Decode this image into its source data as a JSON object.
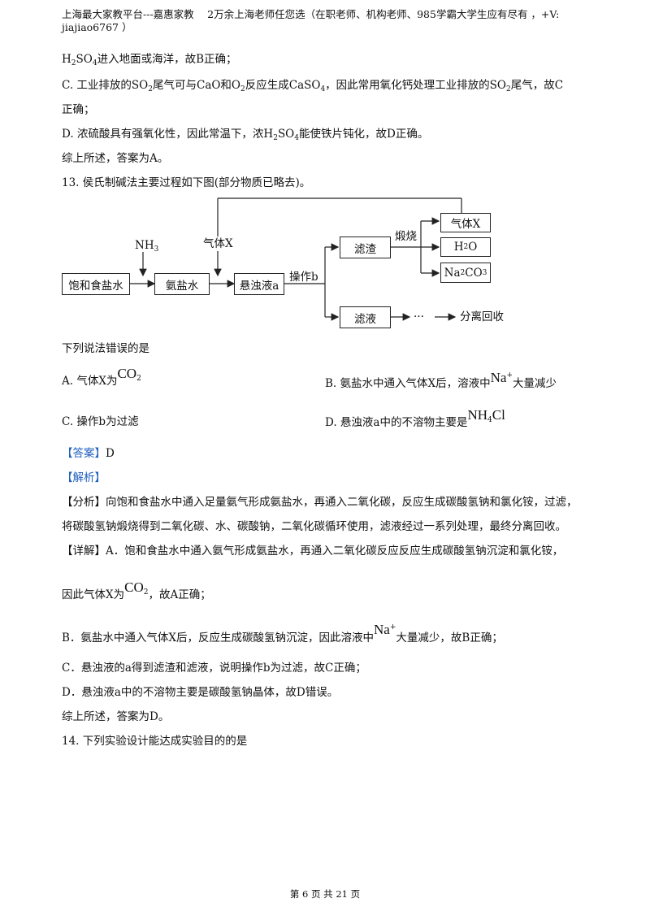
{
  "header": {
    "line1": "上海最大家教平台---嘉惠家教　 2万余上海老师任您选（在职老师、机构老师、985学霸大学生应有尽有 ，+V:",
    "line2": "jiajiao6767 ）"
  },
  "q12": {
    "b_tail": "进入地面或海洋，故B正确；",
    "c_1": "C. 工业排放的SO",
    "c_2": "尾气可与CaO和O",
    "c_3": "反应生成CaSO",
    "c_4": "，因此常用氧化钙处理工业排放的SO",
    "c_5": "尾气，故C",
    "c_cont": "正确；",
    "d_1": "D. 浓硫酸具有强氧化性，因此常温下，浓H",
    "d_2": "SO",
    "d_3": "能使铁片钝化，故D正确。",
    "summary": "综上所述，答案为A。"
  },
  "q13": {
    "stem": "13. 侯氏制碱法主要过程如下图(部分物质已略去)。",
    "diagram": {
      "saturated_brine": "饱和食盐水",
      "nh3": "NH",
      "nh3_sub": "3",
      "ammonia_brine": "氨盐水",
      "gas_x": "气体X",
      "suspension": "悬浊液a",
      "operation": "操作b",
      "residue": "滤渣",
      "calcine": "煅烧",
      "out_gas": "气体X",
      "out_h2o_1": "H",
      "out_h2o_2": "2",
      "out_h2o_3": "O",
      "out_na2co3_1": "Na",
      "out_na2co3_2": "2",
      "out_na2co3_3": "CO",
      "out_na2co3_4": "3",
      "filtrate": "滤液",
      "ellipsis": "···",
      "recover": "分离回收"
    },
    "prompt": "下列说法错误的是",
    "opt_a_1": "A. 气体X为",
    "opt_a_f": "CO",
    "opt_a_sub": "2",
    "opt_b_1": "B. 氨盐水中通入气体X后，溶液中",
    "opt_b_f": "Na",
    "opt_b_sup": "+",
    "opt_b_2": "大量减少",
    "opt_c": "C. 操作b为过滤",
    "opt_d_1": "D. 悬浊液a中的不溶物主要是",
    "opt_d_f": "NH",
    "opt_d_sub": "4",
    "opt_d_f2": "Cl",
    "answer_tag": "【答案】",
    "answer": "D",
    "analysis_tag": "【解析】",
    "fenxi_tag": "【分析】",
    "fenxi_1": "向饱和食盐水中通入足量氨气形成氨盐水，再通入二氧化碳，反应生成碳酸氢钠和氯化铵，过滤，",
    "fenxi_2": "将碳酸氢钠煅烧得到二氧化碳、水、碳酸钠，二氧化碳循环使用，滤液经过一系列处理，最终分离回收。",
    "xiangjie_tag": "【详解】",
    "xiangjie_1": "A．饱和食盐水中通入氨气形成氨盐水，再通入二氧化碳反应反应生成碳酸氢钠沉淀和氯化铵，",
    "xiangjie_2a": "因此气体X为",
    "xiangjie_2f": "CO",
    "xiangjie_2sub": "2",
    "xiangjie_2b": "，故A正确；",
    "b_1": "B．氨盐水中通入气体X后，反应生成碳酸氢钠沉淀，因此溶液中",
    "b_f": "Na",
    "b_sup": "+",
    "b_2": "大量减少，故B正确；",
    "c_line": "C．悬浊液的a得到滤渣和滤液，说明操作b为过滤，故C正确；",
    "d_line": "D．悬浊液a中的不溶物主要是碳酸氢钠晶体，故D错误。",
    "summary": "综上所述，答案为D。"
  },
  "q14": {
    "stem": "14. 下列实验设计能达成实验目的的是"
  },
  "footer": {
    "page": "第 6 页 共 21 页"
  }
}
